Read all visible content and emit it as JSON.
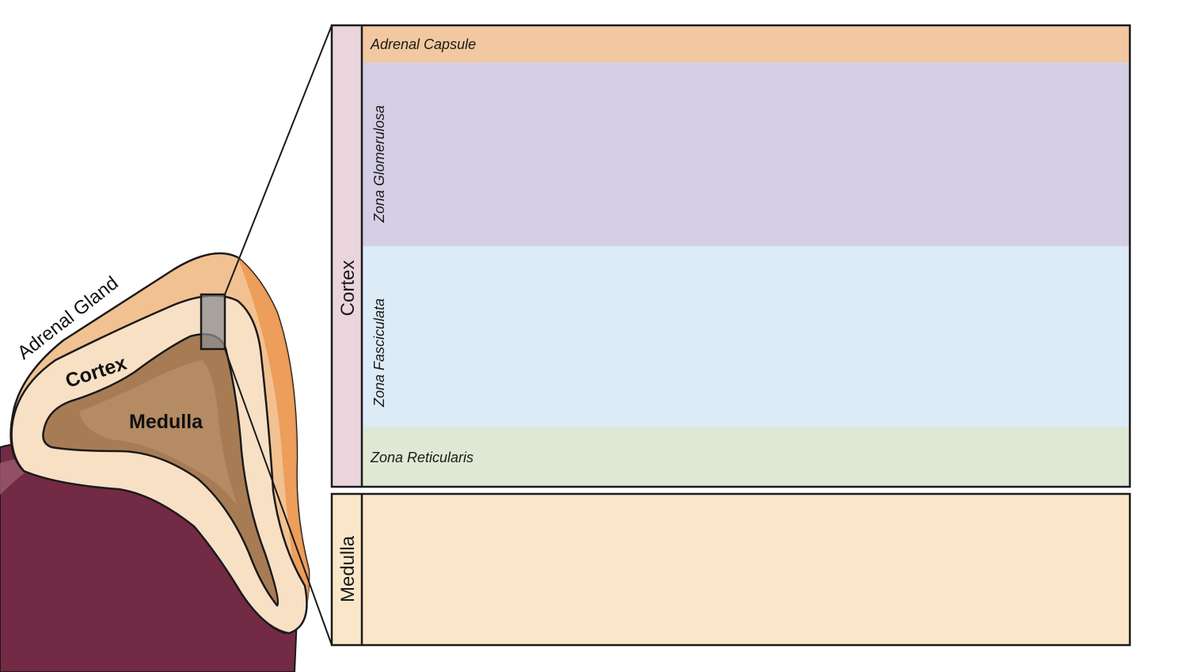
{
  "diagram": {
    "gland_label": "Adrenal Gland",
    "gland_cortex_label": "Cortex",
    "gland_medulla_label": "Medulla",
    "cortex_side_label": "Cortex",
    "medulla_side_label": "Medulla",
    "layers": {
      "capsule": "Adrenal Capsule",
      "glomerulosa": "Zona Glomerulosa",
      "fasciculata": "Zona Fasciculata",
      "reticularis": "Zona Reticularis"
    }
  },
  "colors": {
    "capsule": "#f1c8a0",
    "glomerulosa": "#d5cfe5",
    "fasciculata": "#dcebf6",
    "reticularis": "#dfe8d5",
    "medulla_box": "#fae7c9",
    "cortex_strip": "#ead5dc",
    "kidney": "#732a44",
    "gland_outer": "#f2c191",
    "gland_cortex": "#f8e0c5",
    "gland_medulla": "#a77c55"
  }
}
